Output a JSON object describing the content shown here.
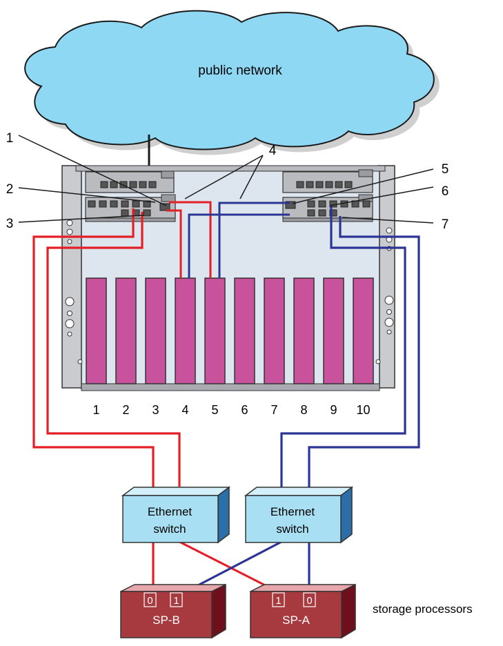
{
  "cloud_label": "public network",
  "callouts": [
    "1",
    "2",
    "3",
    "4",
    "5",
    "6",
    "7"
  ],
  "slot_numbers": [
    "1",
    "2",
    "3",
    "4",
    "5",
    "6",
    "7",
    "8",
    "9",
    "10"
  ],
  "switches": [
    {
      "line1": "Ethernet",
      "line2": "switch"
    },
    {
      "line1": "Ethernet",
      "line2": "switch"
    }
  ],
  "storage_processors": [
    {
      "name": "SP-B",
      "ports": [
        "0",
        "1"
      ]
    },
    {
      "name": "SP-A",
      "ports": [
        "1",
        "0"
      ]
    }
  ],
  "storage_label": "storage processors",
  "colors": {
    "cloud": "#8ed8f4",
    "blade": "#c8529b",
    "switch": "#a9dff2",
    "storage": "#a63a3e",
    "red_cable": "#e41f26",
    "blue_cable": "#2b3596",
    "chassis": "#d8dade"
  }
}
